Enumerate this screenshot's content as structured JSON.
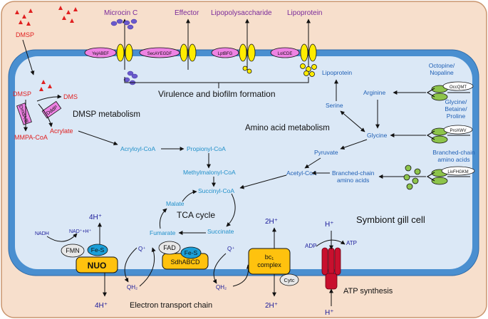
{
  "dmsp_outside": "DMSP",
  "dmsp_inside": "DMSP",
  "dms": "DMS",
  "dddp": "DddP",
  "dmda": "DmdA/B",
  "mmpa": "MMPA-CoA",
  "acrylate": "Acrylate",
  "dmsp_metabolism": "DMSP metabolism",
  "secretion": {
    "microcin": "Microcin C",
    "effector": "Effector",
    "lps": "Lipopolysaccharide",
    "lipoprotein": "Lipoprotein"
  },
  "transporters": {
    "yej": "YejABEF",
    "sec": "SecAYEGDF",
    "lpt": "LptBFG",
    "lol": "LolCDE",
    "occ": "OccQMT",
    "pro": "ProXWV",
    "liv": "LivFHGKM"
  },
  "virulence": "Virulence and biofilm formation",
  "amino_acid_metabolism": "Amino acid metabolism",
  "substrates": {
    "octopine": "Octopine/",
    "nopaline": "Nopaline",
    "glycine_betaine_1": "Glycine/",
    "glycine_betaine_2": "Betaine/",
    "glycine_betaine_3": "Proline",
    "bcaa_out_1": "Branched-chain",
    "bcaa_out_2": "amino acids"
  },
  "amino": {
    "lipoprotein": "Lipoprotein",
    "serine": "Serine",
    "arginine": "Arginine",
    "glycine": "Glycine",
    "pyruvate": "Pyruvate",
    "acetyl_coa": "Acetyl-CoA",
    "bcaa_1": "Branched-chain",
    "bcaa_2": "amino acids"
  },
  "tca": {
    "acryloyl_coa": "Acryloyl-CoA",
    "propionyl_coa": "Propionyl-CoA",
    "methylmalonyl_coa": "Methylmalonyl-CoA",
    "succinyl_coa": "Succinyl-CoA",
    "malate": "Malate",
    "tca_cycle": "TCA cycle",
    "fumarate": "Fumarate",
    "succinate": "Succinate"
  },
  "symbiont": "Symbiont gill cell",
  "etc": {
    "h1": "4H⁺",
    "nadh": "NADH",
    "nad": "NAD⁺+H⁺",
    "fmn": "FMN",
    "fes1": "Fe-S",
    "nuo": "NUO",
    "h_out1": "4H⁺",
    "q1": "Q⁺",
    "qh2_1": "QH₂",
    "fad": "FAD",
    "fes2": "Fe-S",
    "sdh": "SdhABCD",
    "q2": "Q⁺",
    "h2": "2H⁺",
    "bc1_1": "bc₁",
    "bc1_2": "complex",
    "cytc": "Cytc",
    "qh2_2": "QH₂",
    "h_out2": "2H⁺",
    "label": "Electron transport chain"
  },
  "atp": {
    "h_top": "H⁺",
    "adp": "ADP",
    "atp": "ATP",
    "h_bottom": "H⁺",
    "label": "ATP synthesis"
  },
  "colors": {
    "outer_fill": "#f7dfcc",
    "outer_stroke": "#c9956e",
    "membrane": "#4a8fd0",
    "cell_fill": "#dbe8f6",
    "pink": "#ee82e3",
    "yellow": "#ffec00",
    "green": "#8dc44b",
    "nuo": "#ffc20e",
    "atp_red": "#c8102e"
  }
}
